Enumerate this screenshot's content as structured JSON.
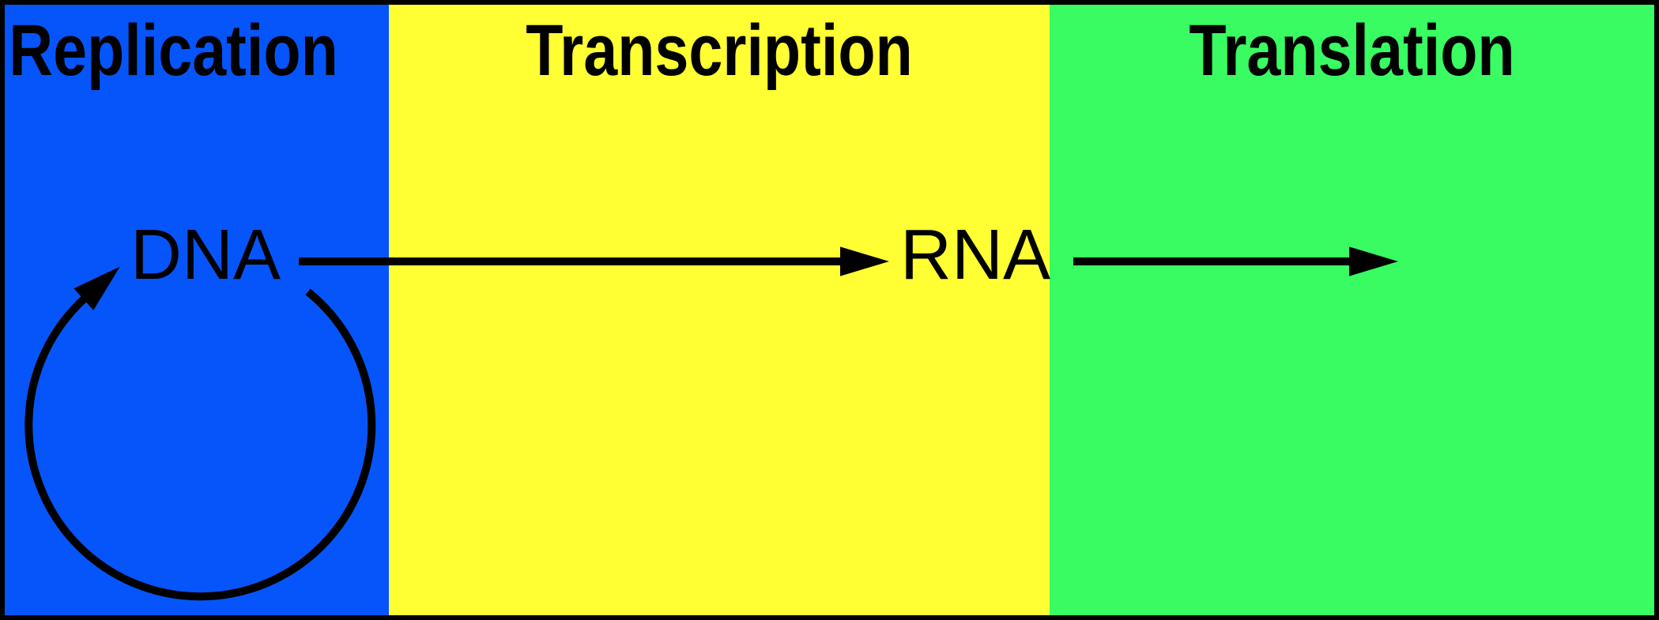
{
  "diagram": {
    "name": "central-dogma-of-molecular-biology",
    "panels": [
      {
        "id": "replication",
        "title": "Replication",
        "bg": "#0655FB"
      },
      {
        "id": "transcription",
        "title": "Transcription",
        "bg": "#FFFF33"
      },
      {
        "id": "translation",
        "title": "Translation",
        "bg": "#39FB62"
      }
    ],
    "nodes": [
      {
        "id": "dna",
        "label": "DNA"
      },
      {
        "id": "rna",
        "label": "RNA"
      }
    ],
    "arrows": [
      {
        "id": "replication-loop",
        "from": "DNA",
        "to": "DNA",
        "shape": "circular-loop"
      },
      {
        "id": "transcription-arrow",
        "from": "DNA",
        "to": "RNA",
        "shape": "straight"
      },
      {
        "id": "translation-arrow",
        "from": "RNA",
        "to": "",
        "shape": "straight"
      }
    ],
    "colors": {
      "replication_bg": "#0655FB",
      "transcription_bg": "#FFFF33",
      "translation_bg": "#39FB62",
      "line": "#000000",
      "text": "#000000",
      "border": "#000000"
    }
  }
}
